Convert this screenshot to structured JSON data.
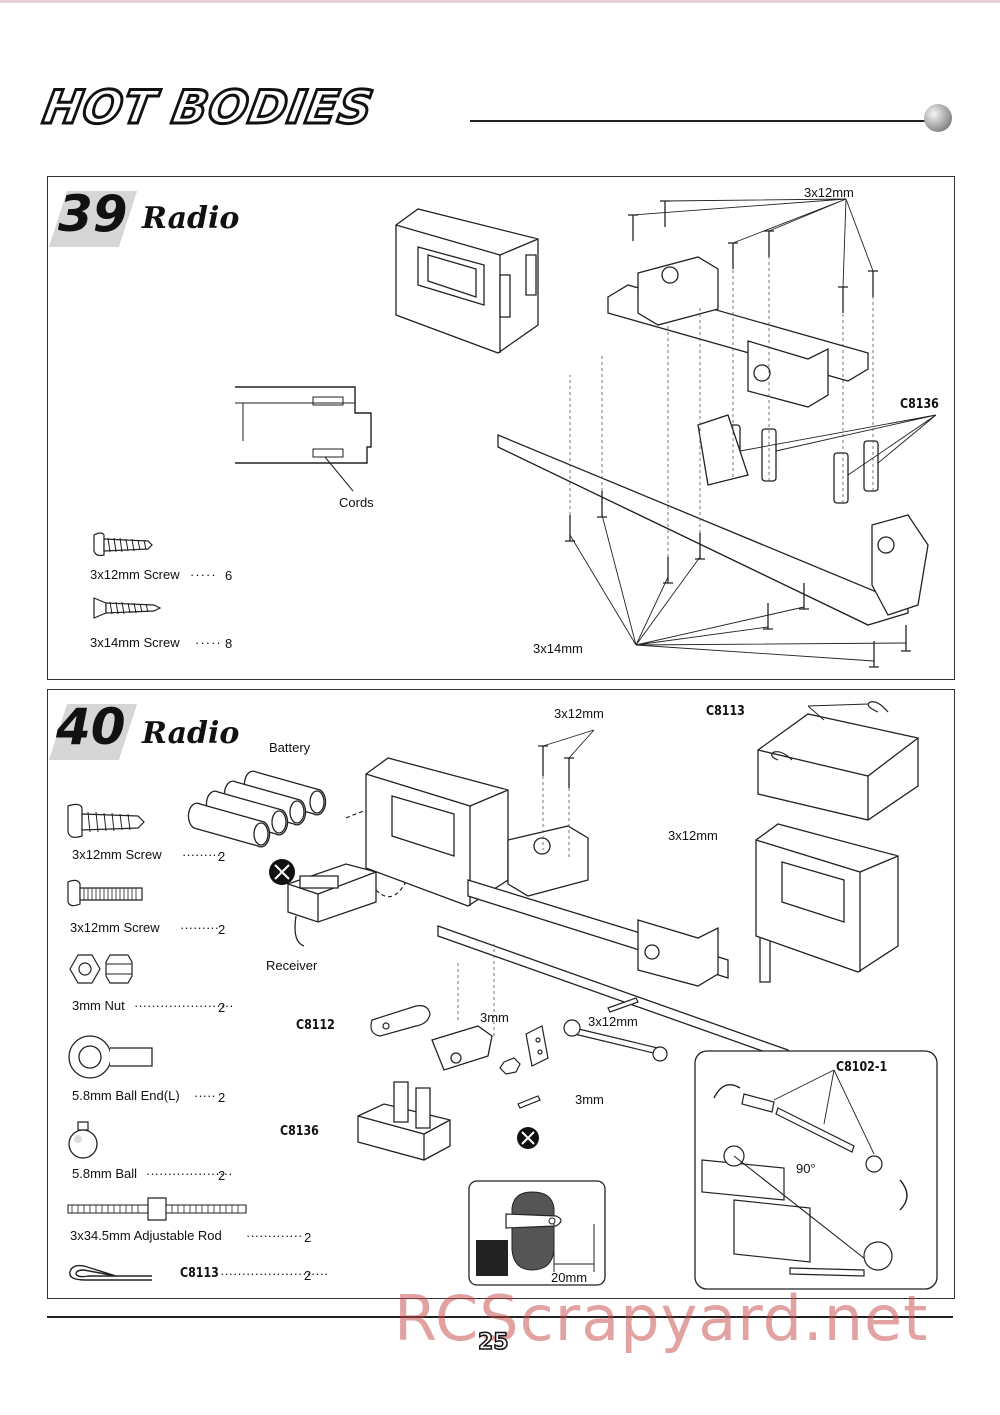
{
  "header": {
    "brand": "HOT BODIES"
  },
  "step39": {
    "number": "39",
    "title": "Radio",
    "labels": {
      "screw12": "3x12mm",
      "screw14": "3x14mm",
      "cords": "Cords",
      "part": "C8136"
    },
    "parts": [
      {
        "name": "3x12mm Screw",
        "qty": "6"
      },
      {
        "name": "3x14mm Screw",
        "qty": "8"
      }
    ]
  },
  "step40": {
    "number": "40",
    "title": "Radio",
    "labels": {
      "battery": "Battery",
      "receiver": "Receiver",
      "screw12_top": "3x12mm",
      "screw12_mid": "3x12mm",
      "screw12_low": "3x12mm",
      "nut3_a": "3mm",
      "nut3_b": "3mm",
      "c8113": "C8113",
      "c8112": "C8112",
      "c8136": "C8136",
      "c8102": "C8102-1",
      "angle": "90",
      "dimension": "20mm"
    },
    "parts": [
      {
        "name": "3x12mm Screw",
        "qty": "2"
      },
      {
        "name": "3x12mm  Screw",
        "qty": "2"
      },
      {
        "name": "3mm  Nut",
        "qty": "2"
      },
      {
        "name": "5.8mm Ball End(L)",
        "qty": "2"
      },
      {
        "name": "5.8mm Ball",
        "qty": "2"
      },
      {
        "name": "3x34.5mm  Adjustable Rod",
        "qty": "2"
      },
      {
        "name": "C8113",
        "qty": "2"
      }
    ]
  },
  "footer": {
    "page_number": "25",
    "watermark": "RCScrapyard.net"
  }
}
